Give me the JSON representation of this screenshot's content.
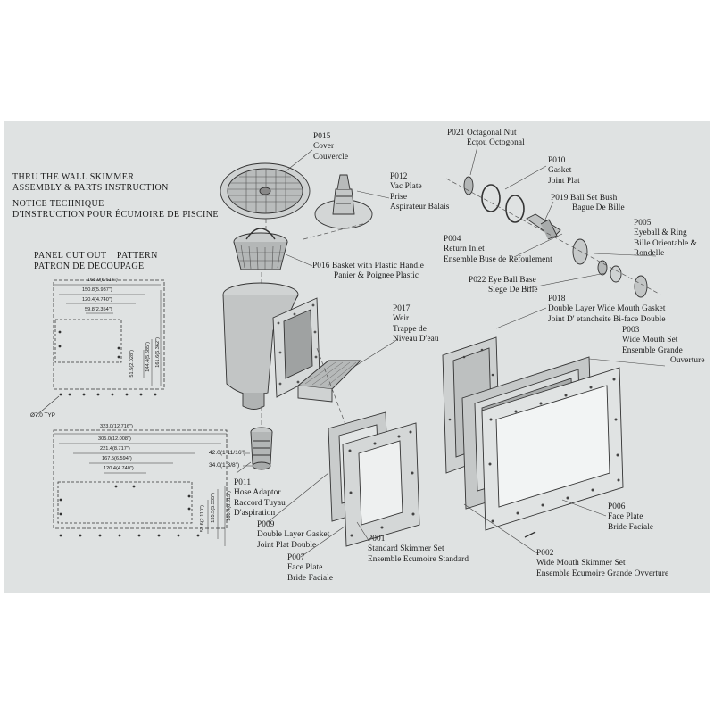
{
  "header": {
    "line1": "THRU THE WALL SKIMMER",
    "line2": "ASSEMBLY & PARTS INSTRUCTION",
    "line3": "NOTICE TECHNIQUE",
    "line4": "D'INSTRUCTION POUR ÉCUMOIRE DE PISCINE"
  },
  "panel_cutout": {
    "line1": "PANEL CUT OUT    PATTERN",
    "line2": "PATRON DE DECOUPAGE"
  },
  "dims_top": {
    "d1": "168.0(6.614\")",
    "d2": "150.8(5.937\")",
    "d3": "120.4(4.740\")",
    "d4": "59.8(2.354\")",
    "v1": "51.5(2.028\")",
    "v2": "144.4(5.685\")",
    "v3": "161.6(6.362\")",
    "hole": "Ø7.0 TYP"
  },
  "dims_bottom": {
    "d1": "323.0(12.716\")",
    "d2": "305.0(12.008\")",
    "d3": "221.4(8.717\")",
    "d4": "167.5(6.594\")",
    "d5": "120.4(4.740\")",
    "v1": "53.6(2.110\")",
    "v2": "135.5(5.335\")",
    "v3": "160.4(6.315\")"
  },
  "hose_dims": {
    "top": "42.0(1 11/16\")",
    "bottom": "34.0(1 3/8\")"
  },
  "parts": {
    "p015": [
      "P015",
      "Cover",
      "Couvercle"
    ],
    "p012": [
      "P012",
      "Vac Plate",
      "Prise",
      "Aspirateur Balais"
    ],
    "p016": [
      "P016 Basket with Plastic Handle",
      "Panier & Poignee Plastic"
    ],
    "p017": [
      "P017",
      "Weir",
      "Trappe de",
      "Niveau D'eau"
    ],
    "p011": [
      "P011",
      "Hose Adaptor",
      "Raccord Tuyau",
      "D'aspiration"
    ],
    "p009": [
      "P009",
      "Double Layer Gasket",
      "Joint Plat Double"
    ],
    "p007": [
      "P007",
      "Face Plate",
      "Bride Faciale"
    ],
    "p001": [
      "P001",
      "Standard Skimmer Set",
      "Ensemble Ecumoire Standard"
    ],
    "p021": [
      "P021 Octagonal Nut",
      "Ecrou Octogonal"
    ],
    "p010": [
      "P010",
      "Gasket",
      "Joint Plat"
    ],
    "p019": [
      "P019 Ball Set Bush",
      "Bague De Bille"
    ],
    "p005": [
      "P005",
      "Eyeball & Ring",
      "Bille Orientable &",
      "Rondelle"
    ],
    "p004": [
      "P004",
      "Return Inlet",
      "Ensemble Buse de Refoulement"
    ],
    "p022": [
      "P022 Eye Ball Base",
      "Siege De Bille"
    ],
    "p018": [
      "P018",
      "Double Layer Wide Mouth Gasket",
      "Joint D' etancheite Bi-face Double"
    ],
    "p003": [
      "P003",
      "Wide Mouth Set",
      "Ensemble Grande",
      "Ouverture"
    ],
    "p006": [
      "P006",
      "Face Plate",
      "Bride Faciale"
    ],
    "p002": [
      "P002",
      "Wide Mouth Skimmer Set",
      "Ensemble Ecumoire Grande Ovverture"
    ]
  }
}
